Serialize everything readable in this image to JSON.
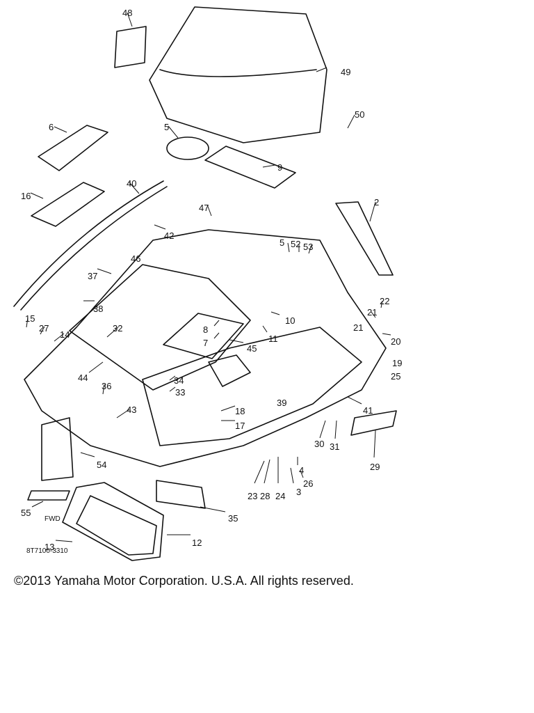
{
  "diagram": {
    "part_numbers": [
      "48",
      "49",
      "50",
      "6",
      "5",
      "9",
      "16",
      "40",
      "42",
      "47",
      "2",
      "37",
      "46",
      "38",
      "5",
      "52",
      "53",
      "22",
      "15",
      "27",
      "14",
      "10",
      "11",
      "21",
      "21",
      "20",
      "32",
      "8",
      "7",
      "45",
      "19",
      "25",
      "44",
      "34",
      "33",
      "36",
      "43",
      "39",
      "41",
      "18",
      "17",
      "30",
      "31",
      "29",
      "54",
      "4",
      "26",
      "23",
      "28",
      "24",
      "3",
      "55",
      "35",
      "12",
      "13"
    ],
    "drawing_code": "8T7100-3310",
    "emblem_text": "FWD"
  },
  "footer": {
    "copyright": "©2013 Yamaha Motor Corporation. U.S.A. All rights reserved."
  }
}
